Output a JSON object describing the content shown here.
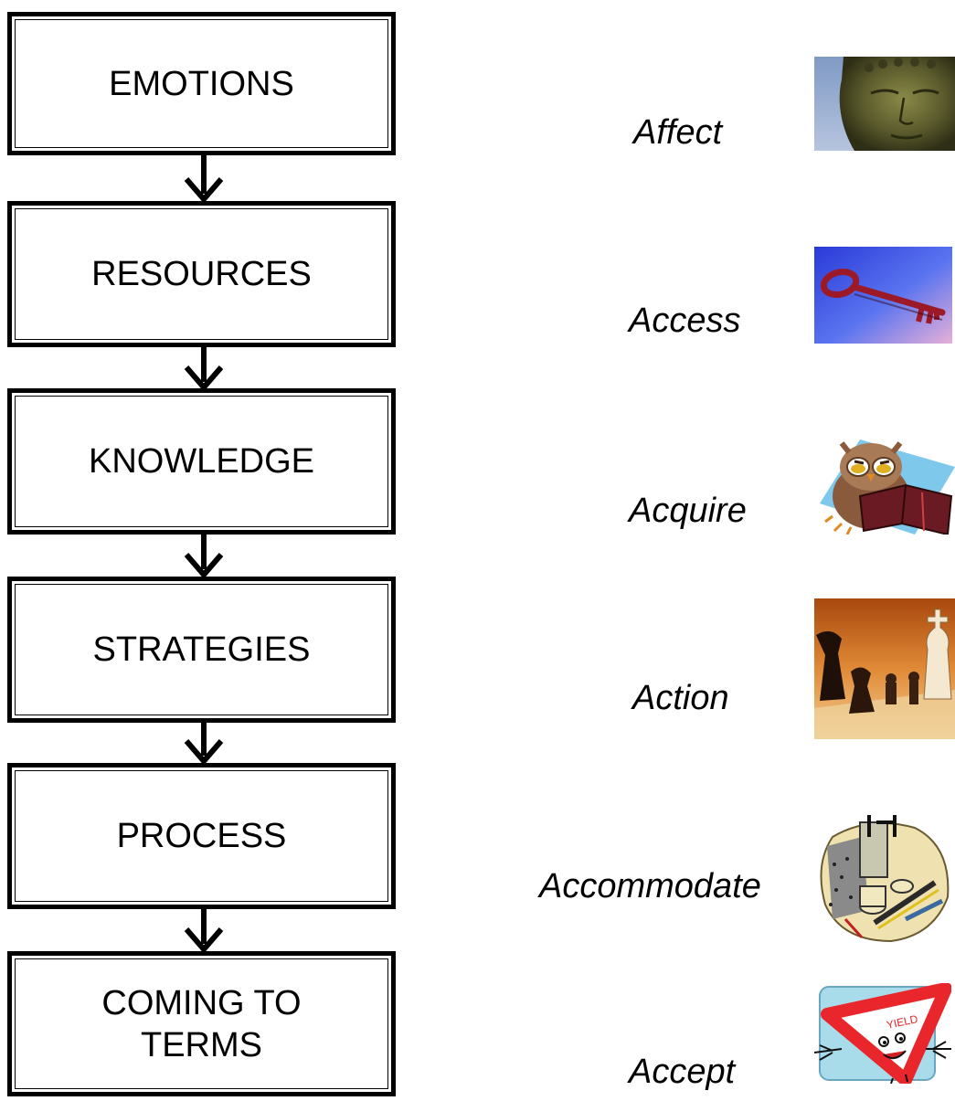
{
  "flow": {
    "steps": [
      {
        "label": "EMOTIONS"
      },
      {
        "label": "RESOURCES"
      },
      {
        "label": "KNOWLEDGE"
      },
      {
        "label": "STRATEGIES"
      },
      {
        "label": "PROCESS"
      },
      {
        "label": "COMING TO TERMS"
      }
    ]
  },
  "stages": [
    {
      "word": "Affect",
      "icon": "buddha-statue-icon"
    },
    {
      "word": "Access",
      "icon": "key-icon"
    },
    {
      "word": "Acquire",
      "icon": "owl-reading-book-icon"
    },
    {
      "word": "Action",
      "icon": "chess-pieces-icon"
    },
    {
      "word": "Accommodate",
      "icon": "desk-supplies-icon"
    },
    {
      "word": "Accept",
      "icon": "yield-sign-icon"
    }
  ],
  "colors": {
    "border": "#000000",
    "background": "#ffffff",
    "yield_red": "#e8262b"
  }
}
